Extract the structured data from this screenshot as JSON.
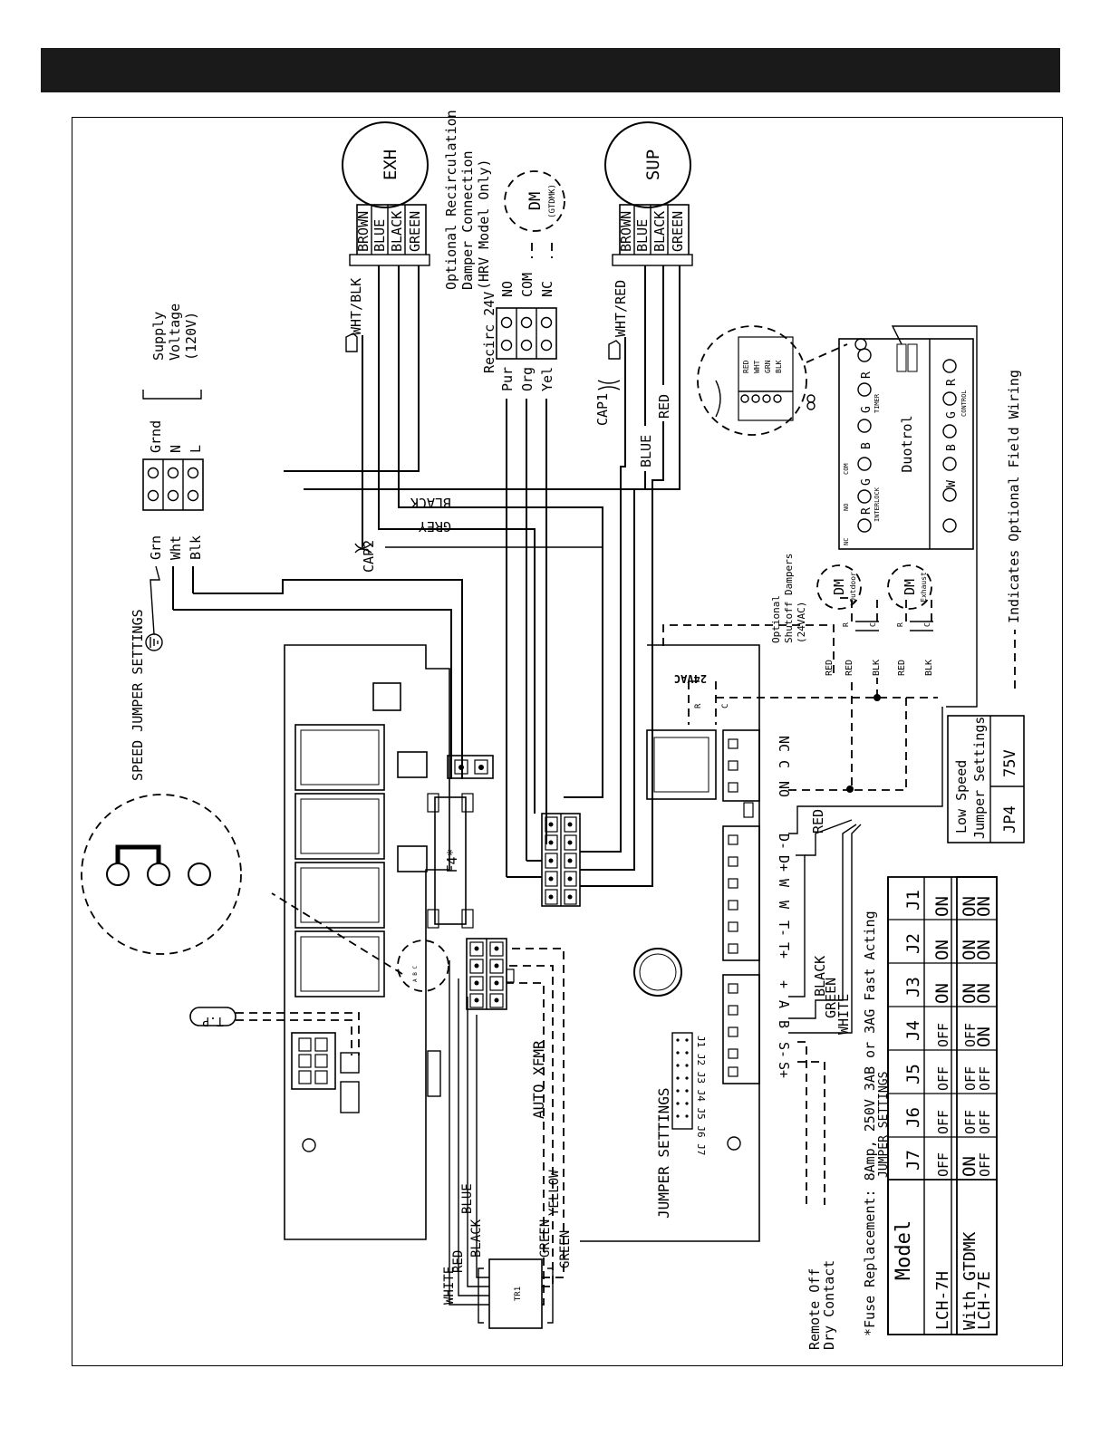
{
  "motors": {
    "exh": {
      "label": "EXH",
      "wires": [
        "BROWN",
        "BLUE",
        "BLACK",
        "GREEN"
      ],
      "lead": "WHT/BLK"
    },
    "sup": {
      "label": "SUP",
      "wires": [
        "BROWN",
        "BLUE",
        "BLACK",
        "GREEN"
      ],
      "lead": "WHT/RED"
    }
  },
  "recirc": {
    "title": [
      "Optional Recirculation",
      "Damper Connection",
      "(HRV Model Only)"
    ],
    "header": "Recirc 24V",
    "left_labels": [
      "Pur",
      "Org",
      "Yel"
    ],
    "right_labels": [
      "NO",
      "COM",
      "NC"
    ],
    "dm": "DM",
    "dm_sub": "(GTDMK)"
  },
  "supply": {
    "title": [
      "Supply",
      "Voltage",
      "(120V)"
    ],
    "left_labels": [
      "Grn",
      "Wht",
      "Blk"
    ],
    "right_labels": [
      "Grnd",
      "N",
      "L"
    ]
  },
  "caps": {
    "cap1": "CAP1",
    "cap2": "CAP2"
  },
  "wire_labels": {
    "black": "BLACK",
    "grey": "GREY",
    "blue": "BLUE",
    "red": "RED"
  },
  "speed_jumper": "SPEED JUMPER SETTINGS",
  "jumper_settings_label": "JUMPER SETTINGS",
  "jumper_ids": "J1 J2 J3 J4 J5 J6 J7",
  "tp": "T.P",
  "fuse": "F4*",
  "auto_xfmr": "AUTO XFMR",
  "transformer": {
    "label": "TR1",
    "wires": [
      "WHITE",
      "RED",
      "BLACK",
      "BLUE",
      "GREEN",
      "YELLOW",
      "GREEN"
    ]
  },
  "terminals_top": [
    "NC",
    "C",
    "NO"
  ],
  "terminals_mid": [
    "D-",
    "D+",
    "W",
    "W",
    "T-",
    "T+"
  ],
  "terminals_bot": [
    "A",
    "B",
    "S-",
    "S+"
  ],
  "terminal_wires": {
    "red": "RED",
    "black": "BLACK",
    "green": "GREEN",
    "white": "WHITE"
  },
  "remote_off": [
    "Remote Off",
    "Dry Contact"
  ],
  "shutoff": {
    "title": [
      "Optional",
      "Shutoff Dampers",
      "(24VAC)"
    ],
    "vac": "24VAC",
    "dm": "DM",
    "outdoor": "Outdoor",
    "exhaust": "Exhaust",
    "red": "RED",
    "blk": "BLK",
    "r": "R",
    "c": "C"
  },
  "duotrol": {
    "title": "Duotrol",
    "nc": "NC",
    "no": "NO",
    "com": "COM",
    "interlock": "INTERLOCK",
    "timer": "TIMER",
    "control": "CONTROL",
    "r": "R",
    "g": "G",
    "b": "B",
    "w": "W",
    "detail_wires": [
      "RED",
      "WHT",
      "GRN",
      "BLK"
    ]
  },
  "legend": "Indicates Optional Field Wiring",
  "fuse_note": "*Fuse Replacement: 8Amp, 250V 3AB or 3AG Fast Acting",
  "jumper_table": {
    "caption": "JUMPER SETTINGS",
    "model_header": "Model",
    "columns": [
      "J7",
      "J6",
      "J5",
      "J4",
      "J3",
      "J2",
      "J1"
    ],
    "rows": [
      {
        "model": "LCH-7H",
        "values": [
          "OFF",
          "OFF",
          "OFF",
          "OFF",
          "ON",
          "ON",
          "ON"
        ]
      },
      {
        "model": "With GTDMK",
        "values": [
          "ON",
          "OFF",
          "OFF",
          "OFF",
          "ON",
          "ON",
          "ON"
        ]
      },
      {
        "model": "LCH-7E",
        "values": [
          "OFF",
          "OFF",
          "OFF",
          "ON",
          "ON",
          "ON",
          "ON"
        ]
      }
    ]
  },
  "low_speed": {
    "title": [
      "Low Speed",
      "Jumper Settings"
    ],
    "jumper": "JP4",
    "value": "75V"
  }
}
